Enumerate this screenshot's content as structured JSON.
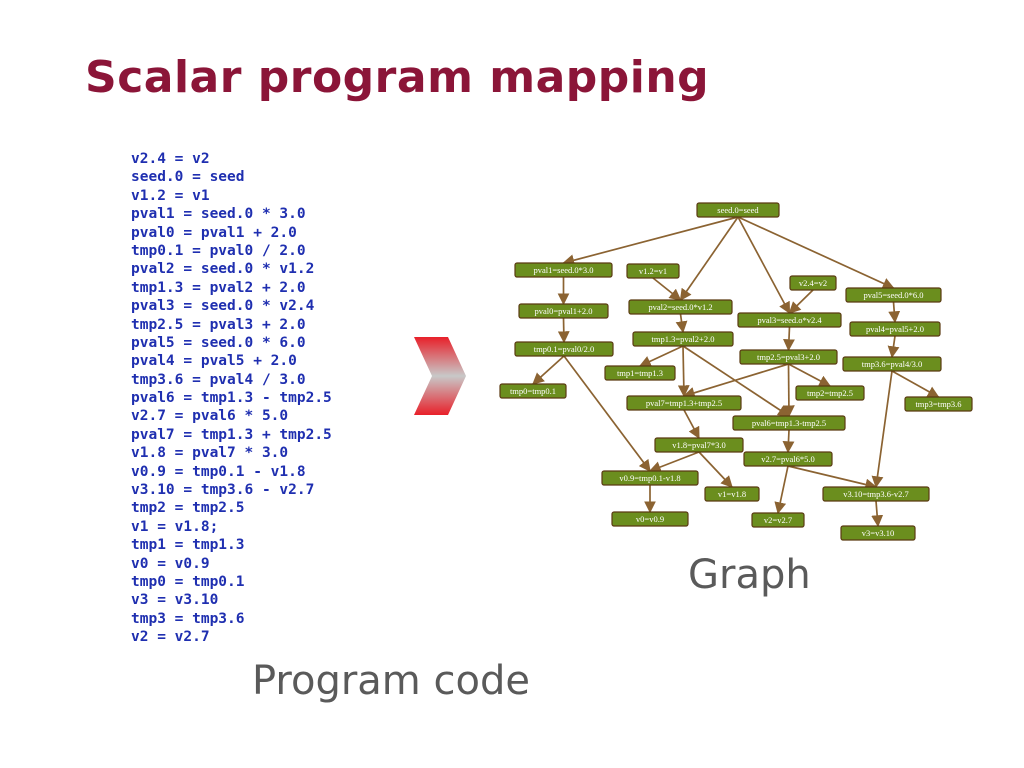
{
  "slide": {
    "title": "Scalar program mapping",
    "program_caption": "Program code",
    "graph_caption": "Graph"
  },
  "code_lines": [
    "v2.4 = v2",
    "seed.0 = seed",
    "v1.2 = v1",
    "pval1 = seed.0 * 3.0",
    "pval0 = pval1 + 2.0",
    "tmp0.1 = pval0 / 2.0",
    "pval2 = seed.0 * v1.2",
    "tmp1.3 = pval2 + 2.0",
    "pval3 = seed.0 * v2.4",
    "tmp2.5 = pval3 + 2.0",
    "pval5 = seed.0 * 6.0",
    "pval4 = pval5 + 2.0",
    "tmp3.6 = pval4 / 3.0",
    "pval6 = tmp1.3 - tmp2.5",
    "v2.7 = pval6 * 5.0",
    "pval7 = tmp1.3 + tmp2.5",
    "v1.8 = pval7 * 3.0",
    "v0.9 = tmp0.1 - v1.8",
    "v3.10 = tmp3.6 - v2.7",
    "tmp2 = tmp2.5",
    "v1 = v1.8;",
    "tmp1 = tmp1.3",
    "v0 = v0.9",
    "tmp0 = tmp0.1",
    "v3 = v3.10",
    "tmp3 = tmp3.6",
    "v2 = v2.7"
  ],
  "graph": {
    "node_color": "#6b8e1e",
    "edge_color": "#8b6332",
    "nodes": [
      {
        "id": "seed0",
        "label": "seed.0=seed"
      },
      {
        "id": "pval1",
        "label": "pval1=seed.0*3.0"
      },
      {
        "id": "v12",
        "label": "v1.2=v1"
      },
      {
        "id": "v24",
        "label": "v2.4=v2"
      },
      {
        "id": "pval5",
        "label": "pval5=seed.0*6.0"
      },
      {
        "id": "pval0",
        "label": "pval0=pval1+2.0"
      },
      {
        "id": "pval2",
        "label": "pval2=seed.0*v1.2"
      },
      {
        "id": "pval3",
        "label": "pval3=seed.o*v2.4"
      },
      {
        "id": "pval4",
        "label": "pval4=pval5+2.0"
      },
      {
        "id": "tmp01",
        "label": "tmp0.1=pval0/2.0"
      },
      {
        "id": "tmp13",
        "label": "tmp1.3=pval2+2.0"
      },
      {
        "id": "tmp25",
        "label": "tmp2.5=pval3+2.0"
      },
      {
        "id": "tmp36",
        "label": "tmp3.6=pval4/3.0"
      },
      {
        "id": "tmp1",
        "label": "tmp1=tmp1.3"
      },
      {
        "id": "tmp0",
        "label": "tmp0=tmp0.1"
      },
      {
        "id": "tmp2",
        "label": "tmp2=tmp2.5"
      },
      {
        "id": "pval7",
        "label": "pval7=tmp1.3+tmp2.5"
      },
      {
        "id": "tmp3",
        "label": "tmp3=tmp3.6"
      },
      {
        "id": "pval6",
        "label": "pval6=tmp1.3-tmp2.5"
      },
      {
        "id": "v18",
        "label": "v1.8=pval7*3.0"
      },
      {
        "id": "v27",
        "label": "v2.7=pval6*5.0"
      },
      {
        "id": "v09",
        "label": "v0.9=tmp0.1-v1.8"
      },
      {
        "id": "v1",
        "label": "v1=v1.8"
      },
      {
        "id": "v310",
        "label": "v3.10=tmp3.6-v2.7"
      },
      {
        "id": "v0",
        "label": "v0=v0.9"
      },
      {
        "id": "v2",
        "label": "v2=v2.7"
      },
      {
        "id": "v3",
        "label": "v3=v3.10"
      }
    ],
    "edges": [
      [
        "seed0",
        "pval1"
      ],
      [
        "seed0",
        "pval2"
      ],
      [
        "seed0",
        "pval3"
      ],
      [
        "seed0",
        "pval5"
      ],
      [
        "pval1",
        "pval0"
      ],
      [
        "pval0",
        "tmp01"
      ],
      [
        "tmp01",
        "tmp0"
      ],
      [
        "tmp01",
        "v09"
      ],
      [
        "v12",
        "pval2"
      ],
      [
        "pval2",
        "tmp13"
      ],
      [
        "tmp13",
        "tmp1"
      ],
      [
        "tmp13",
        "pval7"
      ],
      [
        "tmp13",
        "pval6"
      ],
      [
        "v24",
        "pval3"
      ],
      [
        "pval3",
        "tmp25"
      ],
      [
        "tmp25",
        "tmp2"
      ],
      [
        "tmp25",
        "pval7"
      ],
      [
        "tmp25",
        "pval6"
      ],
      [
        "pval5",
        "pval4"
      ],
      [
        "pval4",
        "tmp36"
      ],
      [
        "tmp36",
        "tmp3"
      ],
      [
        "tmp36",
        "v310"
      ],
      [
        "pval7",
        "v18"
      ],
      [
        "v18",
        "v09"
      ],
      [
        "v18",
        "v1"
      ],
      [
        "pval6",
        "v27"
      ],
      [
        "v27",
        "v2"
      ],
      [
        "v27",
        "v310"
      ],
      [
        "v09",
        "v0"
      ],
      [
        "v310",
        "v3"
      ]
    ]
  }
}
